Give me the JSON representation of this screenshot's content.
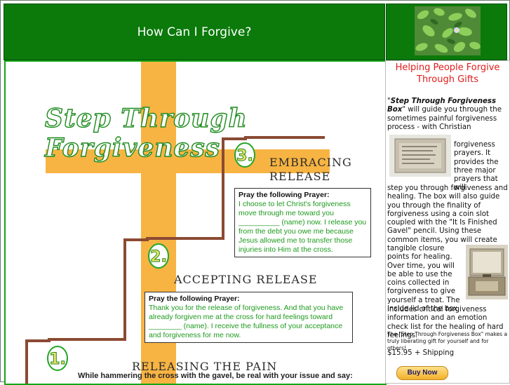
{
  "header": {
    "title": "How Can I Forgive?"
  },
  "artwork": {
    "title": "Step Through Forgiveness",
    "steps": [
      {
        "number": "3.",
        "heading_line1": "EMBRACING",
        "heading_line2": "RELEASE",
        "prayer_heading": "Pray the following Prayer:",
        "prayer_body": "I choose to let Christ's forgiveness move through me toward you __________ (name) now.  I release you from the debt you owe me because Jesus allowed me to transfer those injuries into Him at the cross."
      },
      {
        "number": "2.",
        "heading_line1": "ACCEPTING RELEASE",
        "prayer_heading": "Pray the following Prayer:",
        "prayer_body": "Thank you for the release of forgiveness. And that you have already forgiven me at the cross for hard feelings toward ________ (name).  I receive the fullness of your acceptance and forgiveness for me now."
      },
      {
        "number": "1.",
        "heading_line1": "RELEASING THE PAIN"
      }
    ],
    "bottom_note": "While hammering the cross with the gavel, be real with your issue and say:"
  },
  "sidebar": {
    "heading": "Helping People Forgive Through Gifts",
    "intro_quote_open": "\"",
    "product_name": "Step Through Forgiveness Box",
    "intro_rest": "\" will guide you through the sometimes painful forgiveness process - with Christian",
    "wrap1": "forgiveness prayers. It provides the three major prayers that will",
    "para_full": "step you through forgiveness and healing. The box will also guide you through the finality of forgiveness using a coin slot coupled with the \"It Is Finished Gavel\" pencil. Using these common items, you will create",
    "wrap2": "tangible closure points for healing. Over time, you will be able to use the coins collected in forgiveness to give yourself a treat.  The inside lid of the box",
    "para_end": "includes critical forgiveness information and an emotion check list for the healing of hard feelings.",
    "tagline": "The \"Step Through Forgiveness Box\" makes a truly liberating gift for yourself and for others!",
    "price": "$15.95 + Shipping",
    "buy_label": "Buy Now"
  },
  "colors": {
    "header_green": "#0b7a0b",
    "cross_orange": "#f7b443",
    "stair_brown": "#8b4a33",
    "prayer_green": "#1d9a1d",
    "sidebar_heading_red": "#e21a1a"
  },
  "icons": [
    "leaf-photo-icon",
    "forgiveness-box-image",
    "open-box-image",
    "step-number-badge-icon"
  ]
}
